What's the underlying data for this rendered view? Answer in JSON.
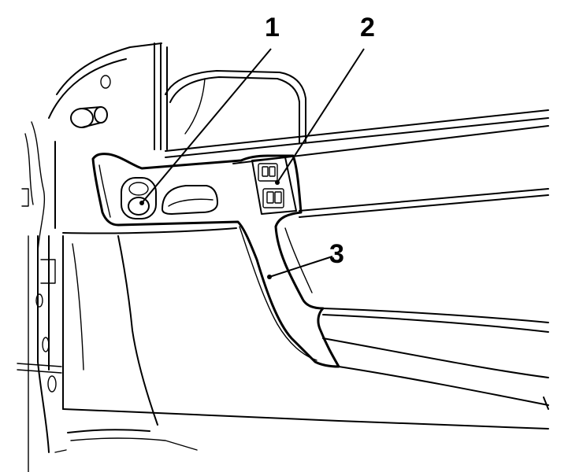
{
  "callouts": [
    {
      "id": "1",
      "label": "1"
    },
    {
      "id": "2",
      "label": "2"
    },
    {
      "id": "3",
      "label": "3"
    }
  ],
  "colors": {
    "ink": "#000000",
    "background": "#ffffff"
  }
}
